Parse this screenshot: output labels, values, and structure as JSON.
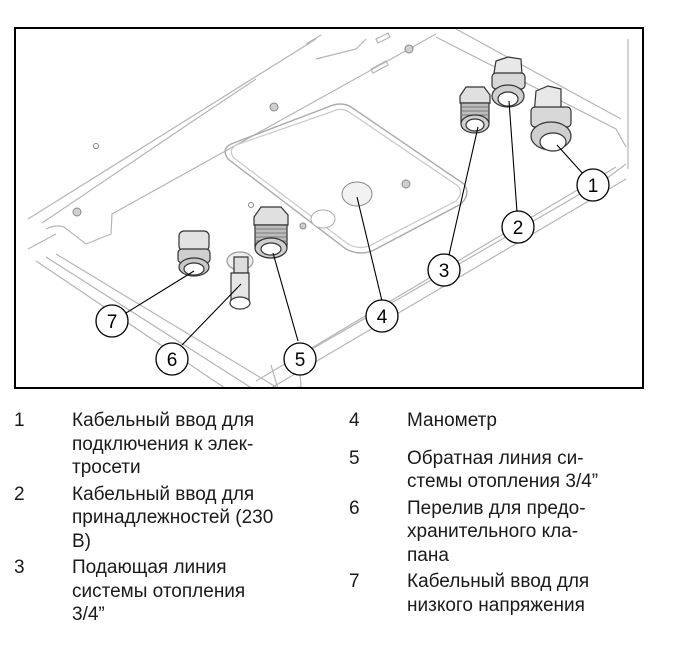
{
  "figure": {
    "callouts": [
      {
        "number": "1"
      },
      {
        "number": "2"
      },
      {
        "number": "3"
      },
      {
        "number": "4"
      },
      {
        "number": "5"
      },
      {
        "number": "6"
      },
      {
        "number": "7"
      }
    ]
  },
  "legend": {
    "left": [
      {
        "number": "1",
        "text": "Кабельный ввод для\nподключения к элек-\nтросети"
      },
      {
        "number": "2",
        "text": "Кабельный ввод для\nпринадлежностей (230\nВ)"
      },
      {
        "number": "3",
        "text": "Подающая линия\nсистемы отопления\n3/4”"
      }
    ],
    "right": [
      {
        "number": "4",
        "text": "Манометр"
      },
      {
        "number": "5",
        "text": "Обратная линия си-\nстемы отопления 3/4”"
      },
      {
        "number": "6",
        "text": "Перелив для предо-\nхранительного кла-\nпана"
      },
      {
        "number": "7",
        "text": "Кабельный ввод для\nнизкого напряжения"
      }
    ]
  }
}
